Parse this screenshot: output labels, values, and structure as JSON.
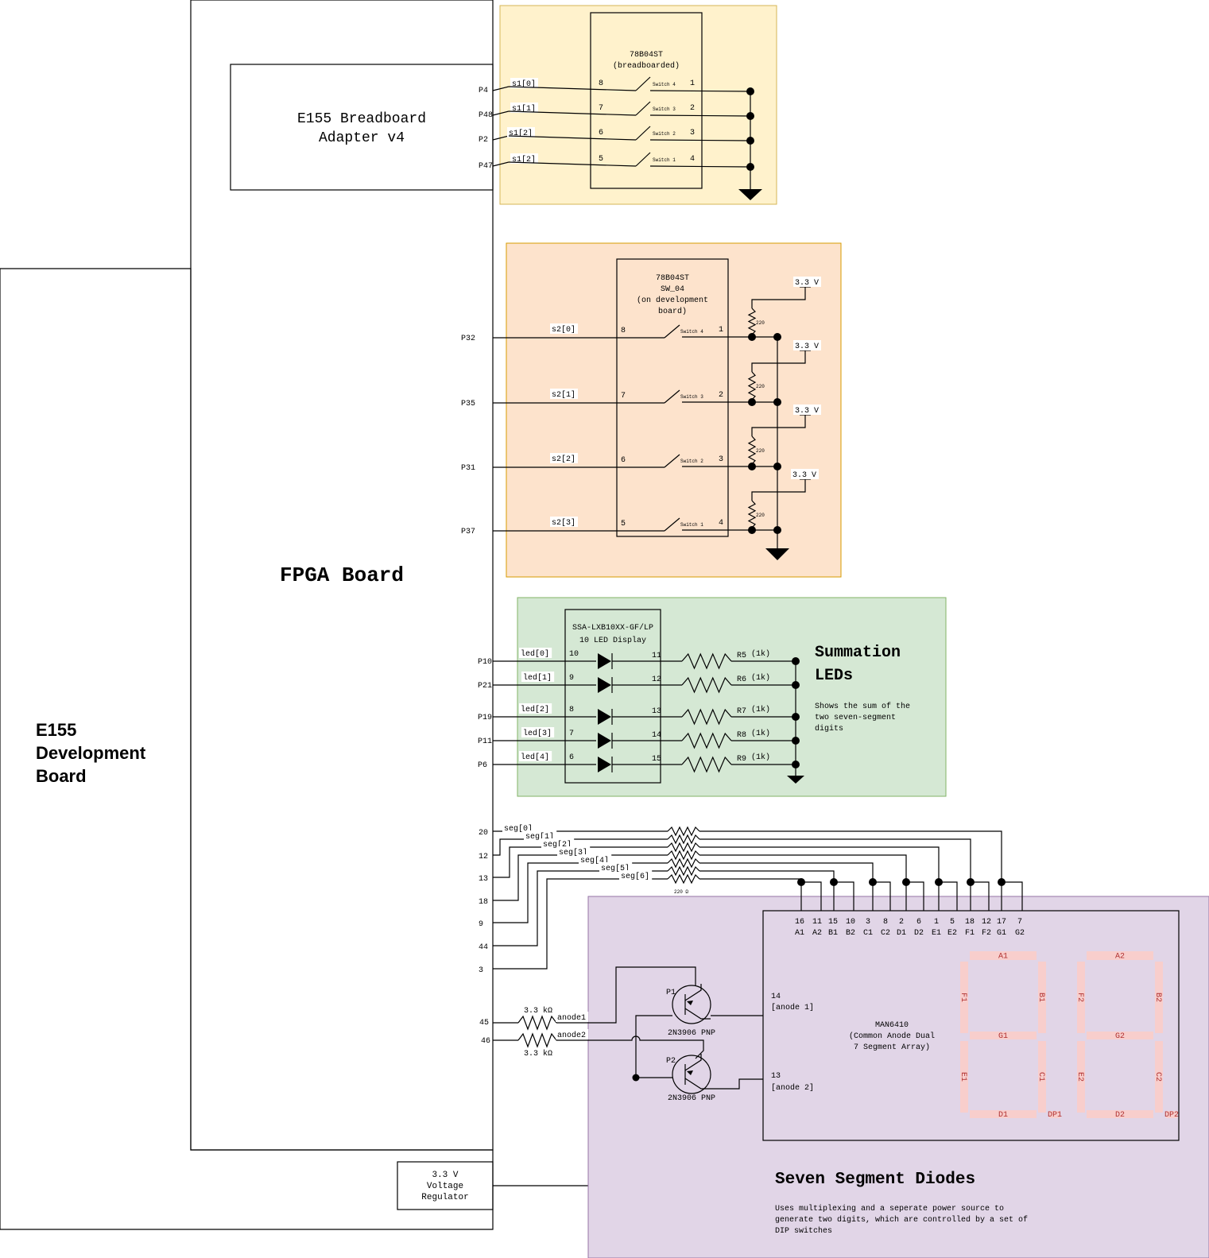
{
  "dev_board": {
    "title_lines": [
      "E155",
      "Development",
      "Board"
    ]
  },
  "fpga": {
    "title": "FPGA Board"
  },
  "adapter": {
    "lines": [
      "E155 Breadboard",
      "Adapter v4"
    ]
  },
  "regulator": {
    "lines": [
      "3.3 V",
      "Voltage",
      "Regulator"
    ]
  },
  "colors": {
    "yellow": "#fff2cc",
    "yellow_border": "#d6b656",
    "orange": "#fde3cc",
    "orange_border": "#d79b00",
    "green": "#d5e8d4",
    "green_border": "#82b366",
    "purple": "#e1d5e7",
    "purple_border": "#9673a6",
    "segment": "#f8cecc"
  },
  "switch1": {
    "chip_lines": [
      "78B04ST",
      "(breadboarded)"
    ],
    "pins": [
      "P4",
      "P48",
      "P2",
      "P47"
    ],
    "nets": [
      "s1[0]",
      "s1[1]",
      "s1[2]",
      "s1[2]"
    ],
    "left_nums": [
      "8",
      "7",
      "6",
      "5"
    ],
    "right_nums": [
      "1",
      "2",
      "3",
      "4"
    ],
    "sw_names": [
      "Switch 4",
      "Switch 3",
      "Switch 2",
      "Switch 1"
    ]
  },
  "switch2": {
    "chip_lines": [
      "78B04ST",
      "SW_04",
      "(on development",
      "board)"
    ],
    "pins": [
      "P32",
      "P35",
      "P31",
      "P37"
    ],
    "nets": [
      "s2[0]",
      "s2[1]",
      "s2[2]",
      "s2[3]"
    ],
    "left_nums": [
      "8",
      "7",
      "6",
      "5"
    ],
    "right_nums": [
      "1",
      "2",
      "3",
      "4"
    ],
    "sw_names": [
      "Switch 4",
      "Switch 3",
      "Switch 2",
      "Switch 1"
    ],
    "vcc": "3.3 V",
    "res": "220"
  },
  "leds": {
    "chip_lines": [
      "SSA-LXB10XX-GF/LP",
      "10 LED Display"
    ],
    "pins": [
      "P10",
      "P21",
      "P19",
      "P11",
      "P6"
    ],
    "nets": [
      "led[0]",
      "led[1]",
      "led[2]",
      "led[3]",
      "led[4]"
    ],
    "left_nums": [
      "10",
      "9",
      "8",
      "7",
      "6"
    ],
    "right_nums": [
      "11",
      "12",
      "13",
      "14",
      "15"
    ],
    "resistors": [
      "R5",
      "R6",
      "R7",
      "R8",
      "R9"
    ],
    "res_value": "(1k)",
    "title_lines": [
      "Summation",
      "LEDs"
    ],
    "desc_lines": [
      "Shows the sum of the",
      "two seven-segment",
      "digits"
    ]
  },
  "segments": {
    "pins": [
      "20",
      "12",
      "13",
      "18",
      "9",
      "44",
      "3"
    ],
    "nets": [
      "seg[0]",
      "seg[1]",
      "seg[2]",
      "seg[3]",
      "seg[4]",
      "seg[5]",
      "seg[6]"
    ],
    "res_value": "220 Ω",
    "anode_pins": [
      "45",
      "46"
    ],
    "anode_nets": [
      "anode1",
      "anode2"
    ],
    "anode_res": "3.3 kΩ",
    "transistors": [
      "P1",
      "P2"
    ],
    "transistor_part": "2N3906 PNP",
    "top_nums": [
      "16",
      "11",
      "15",
      "10",
      "3",
      "8",
      "2",
      "6",
      "1",
      "5",
      "18",
      "12",
      "17",
      "7"
    ],
    "top_names": [
      "A1",
      "A2",
      "B1",
      "B2",
      "C1",
      "C2",
      "D1",
      "D2",
      "E1",
      "E2",
      "F1",
      "F2",
      "G1",
      "G2"
    ],
    "chip_lines": [
      "MAN6410",
      "(Common Anode Dual",
      "7 Segment Array)"
    ],
    "anode1_lines": [
      "14",
      "[anode 1]"
    ],
    "anode2_lines": [
      "13",
      "[anode 2]"
    ],
    "digit1": {
      "a": "A1",
      "b": "B1",
      "c": "C1",
      "d": "D1",
      "e": "E1",
      "f": "F1",
      "g": "G1",
      "dp": "DP1"
    },
    "digit2": {
      "a": "A2",
      "b": "B2",
      "c": "C2",
      "d": "D2",
      "e": "E2",
      "f": "F2",
      "g": "G2",
      "dp": "DP2"
    },
    "title": "Seven Segment Diodes",
    "desc_lines": [
      "Uses multiplexing and a seperate power source to",
      "generate two digits, which are controlled by a set of",
      "DIP switches"
    ]
  }
}
